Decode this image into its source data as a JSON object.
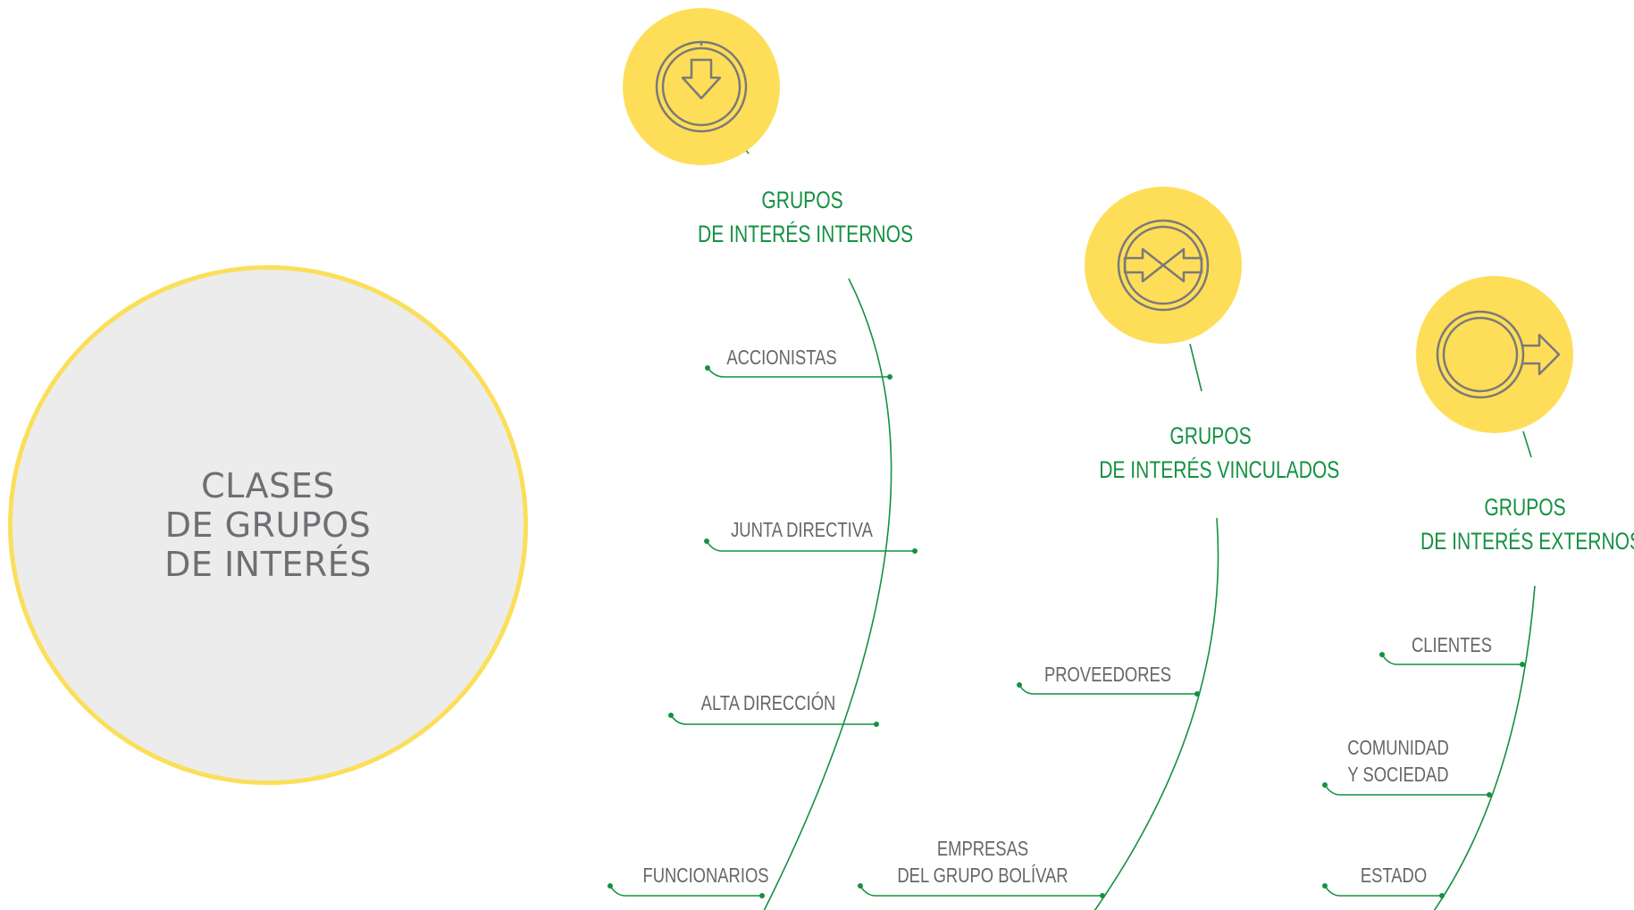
{
  "main_title": [
    "CLASES",
    "DE GRUPOS",
    "DE INTERÉS"
  ],
  "colors": {
    "accent_green": "#149141",
    "icon_yellow": "#fede58",
    "circle_border": "#fbdf5a",
    "circle_fill": "#ececec",
    "text_gray": "#65666a",
    "icon_gray": "#7a7a7a"
  },
  "groups": [
    {
      "icon": "arrow-down-circle-icon",
      "title": [
        "GRUPOS",
        "DE INTERÉS INTERNOS"
      ],
      "items": [
        [
          "ACCIONISTAS"
        ],
        [
          "JUNTA DIRECTIVA"
        ],
        [
          "ALTA DIRECCIÓN"
        ],
        [
          "FUNCIONARIOS"
        ]
      ]
    },
    {
      "icon": "converging-arrows-circle-icon",
      "title": [
        "GRUPOS",
        "DE INTERÉS VINCULADOS"
      ],
      "items": [
        [
          "PROVEEDORES"
        ],
        [
          "EMPRESAS",
          "DEL GRUPO BOLÍVAR"
        ]
      ]
    },
    {
      "icon": "arrow-out-circle-icon",
      "title": [
        "GRUPOS",
        "DE INTERÉS EXTERNOS"
      ],
      "items": [
        [
          "CLIENTES"
        ],
        [
          "COMUNIDAD",
          "Y SOCIEDAD"
        ],
        [
          "ESTADO"
        ]
      ]
    }
  ]
}
